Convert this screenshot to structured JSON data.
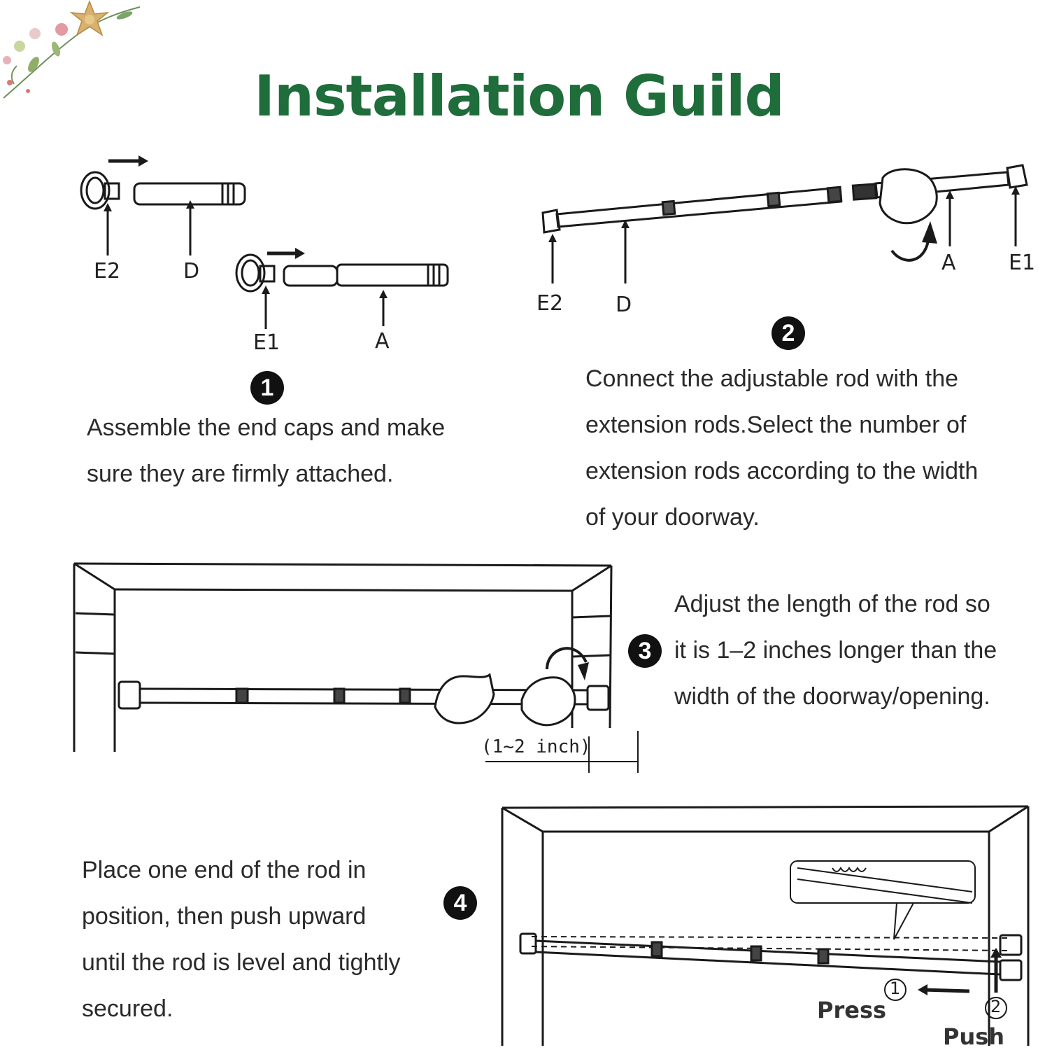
{
  "title": "Installation Guild",
  "steps": [
    {
      "badge": "1",
      "text": [
        "Assemble the end caps and make",
        "sure they are firmly attached."
      ]
    },
    {
      "badge": "2",
      "text": [
        "Connect the adjustable rod with the",
        "extension rods.Select the number of",
        "extension rods according to the width",
        "of your doorway."
      ]
    },
    {
      "badge": "3",
      "text": [
        "Adjust the length of the rod so",
        "it is 1–2 inches longer than the",
        "width of the doorway/opening."
      ]
    },
    {
      "badge": "4",
      "text": [
        "Place one end of the rod in",
        "position, then push upward",
        "until the rod is level and tightly",
        "secured."
      ]
    }
  ],
  "figure_labels": {
    "fig1_e2": "E2",
    "fig1_d": "D",
    "fig1_e1": "E1",
    "fig1_a": "A",
    "fig2_e2": "E2",
    "fig2_d": "D",
    "fig2_a": "A",
    "fig2_e1": "E1",
    "fig3_gap": "(1~2 inch)",
    "fig4_press_num": "1",
    "fig4_press": "Press",
    "fig4_push_num": "2",
    "fig4_push": "Push"
  },
  "colors": {
    "title": "#1e6d3b",
    "badge": "#111111"
  },
  "icons": {
    "corner_decoration": "floral-bow-icon"
  }
}
